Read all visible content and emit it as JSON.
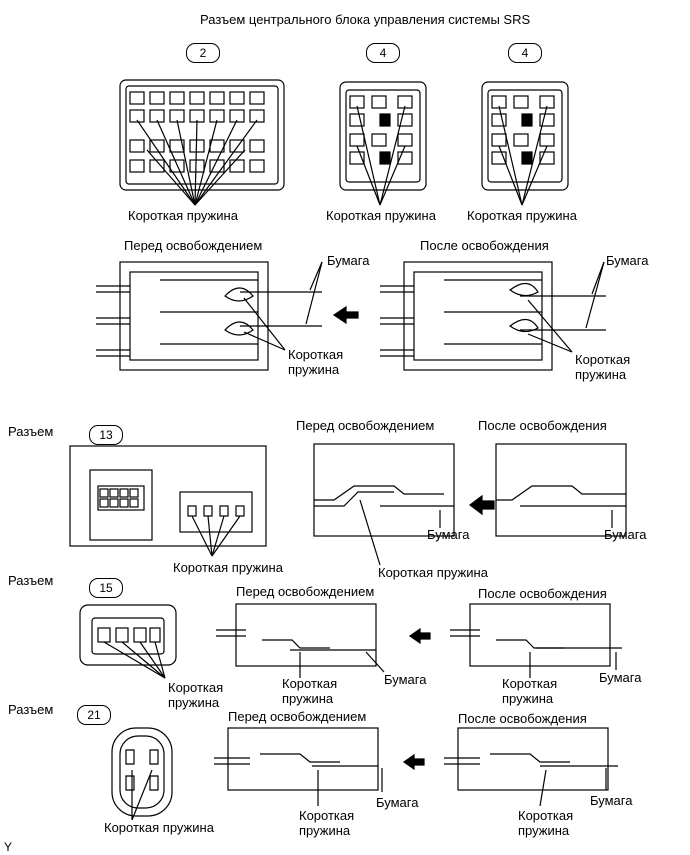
{
  "title": "Разъем центрального блока управления системы SRS",
  "top_connectors": [
    {
      "number": "2"
    },
    {
      "number": "4"
    },
    {
      "number": "4"
    }
  ],
  "spring_label": "Короткая пружина",
  "spring_label_2line": [
    "Короткая",
    "пружина"
  ],
  "before_label": "Перед освобождением",
  "after_label": "После освобождения",
  "paper_label": "Бумага",
  "connector_word": "Разъем",
  "connectors": [
    {
      "number": "13"
    },
    {
      "number": "15"
    },
    {
      "number": "21"
    }
  ],
  "footer_mark": "Y"
}
